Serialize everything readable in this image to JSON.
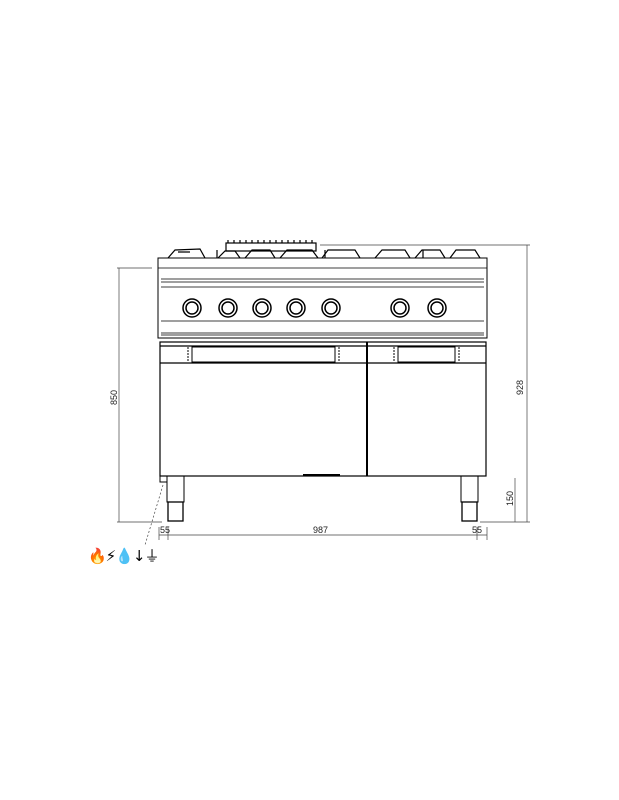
{
  "dimensions": {
    "height_body": "850",
    "height_total": "928",
    "leg_height": "150",
    "leg_offset_left": "55",
    "leg_span": "987",
    "leg_offset_right": "55"
  },
  "knob_count": 7,
  "connection_icons": {
    "label": "🔥⚡💧↓⏚",
    "names": [
      "gas-icon",
      "electric-icon",
      "water-icon",
      "drain-icon",
      "ground-icon"
    ]
  }
}
